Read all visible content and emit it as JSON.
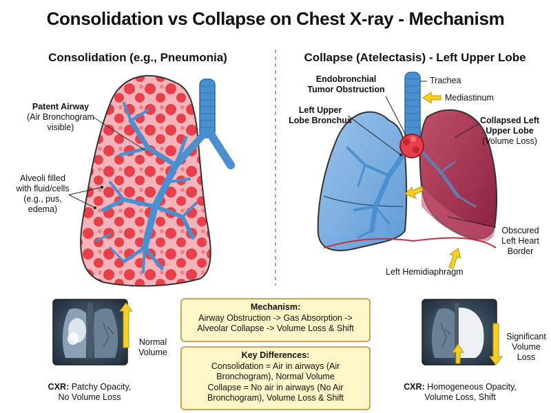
{
  "title": "Consolidation vs Collapse on Chest X-ray - Mechanism",
  "left_panel": {
    "title": "Consolidation (e.g., Pneumonia)",
    "patent_airway_bold": "Patent Airway",
    "patent_airway_line2": "(Air Bronchogram",
    "patent_airway_line3": "visible)",
    "alveoli_line1": "Alveoli filled",
    "alveoli_line2": "with fluid/cells",
    "alveoli_line3": "(e.g., pus,",
    "alveoli_line4": "edema)"
  },
  "right_panel": {
    "title": "Collapse (Atelectasis) - Left Upper Lobe",
    "endobronchial_line1": "Endobronchial",
    "endobronchial_line2": "Tumor Obstruction",
    "trachea": "Trachea",
    "mediastinum": "Mediastinum",
    "lul_bronchus_line1": "Left Upper",
    "lul_bronchus_line2": "Lobe Bronchus",
    "collapsed_line1": "Collapsed Left",
    "collapsed_line2": "Upper Lobe",
    "collapsed_line3": "(Volume Loss)",
    "obscured_line1": "Obscured",
    "obscured_line2": "Left Heart",
    "obscured_line3": "Border",
    "hemidiaphragm": "Left Hemidiaphragm"
  },
  "bottom_left": {
    "normal_line1": "Normal",
    "normal_line2": "Volume",
    "cxr_bold": "CXR:",
    "cxr_line1": "Patchy Opacity,",
    "cxr_line2": "No Volume Loss"
  },
  "bottom_right": {
    "significant_line1": "Significant",
    "significant_line2": "Volume",
    "significant_line3": "Loss",
    "cxr_bold": "CXR:",
    "cxr_line1": "Homogeneous Opacity,",
    "cxr_line2": "Volume Loss, Shift"
  },
  "mechanism_box": {
    "heading": "Mechanism:",
    "line1": "Airway Obstruction -> Gas Absorption ->",
    "line2": "Alveolar Collapse -> Volume Loss & Shift"
  },
  "differences_box": {
    "heading": "Key Differences:",
    "line1": "Consolidation = Air in airways (Air",
    "line2": "Bronchogram), Normal Volume",
    "line3": "Collapse = No air in airways (No Air",
    "line4": "Bronchogram), Volume Loss & Shift"
  },
  "colors": {
    "consolidation_red": "#e8404a",
    "lung_pink": "#f7c4c8",
    "airway_blue": "#4a8fd0",
    "collapse_maroon": "#a8304a",
    "arrow_yellow": "#f5d020",
    "box_fill": "#fdf6c8",
    "box_border": "#c9a45b",
    "xray_dark": "#2a3a4a"
  }
}
